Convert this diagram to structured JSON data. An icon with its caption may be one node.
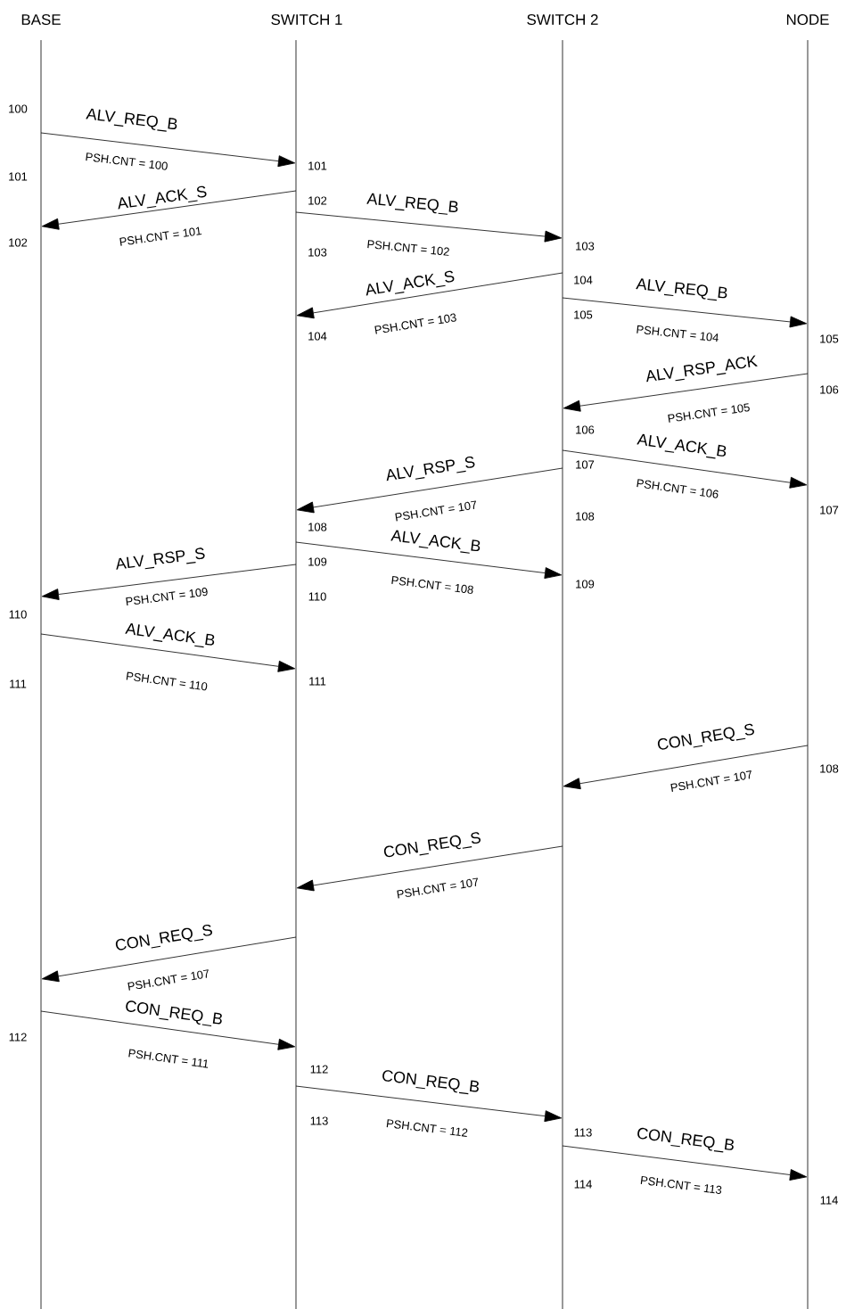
{
  "diagram": {
    "nodes": [
      {
        "text": [
          "BASE"
        ]
      },
      {
        "text": [
          "SWITCH 1"
        ]
      },
      {
        "text": [
          "SWITCH 2"
        ]
      },
      {
        "text": [
          "NODE"
        ]
      }
    ],
    "edges": [
      {
        "from": 0,
        "to": 1,
        "arrow": "to",
        "label": "ALV_REQ_B"
      },
      {
        "from": 1,
        "to": 0,
        "arrow": "to",
        "label": "ALV_ACK_S"
      },
      {
        "from": 1,
        "to": 2,
        "arrow": "to",
        "label": "ALV_REQ_B"
      },
      {
        "from": 2,
        "to": 1,
        "arrow": "to",
        "label": "ALV_ACK_S"
      },
      {
        "from": 2,
        "to": 3,
        "arrow": "to",
        "label": "ALV_REQ_B"
      },
      {
        "from": 3,
        "to": 2,
        "arrow": "to",
        "label": "ALV_RSP_ACK"
      },
      {
        "from": 2,
        "to": 3,
        "arrow": "to",
        "label": "ALV_ACK_B"
      },
      {
        "from": 2,
        "to": 1,
        "arrow": "to",
        "label": "ALV_RSP_S"
      },
      {
        "from": 1,
        "to": 2,
        "arrow": "to",
        "label": "ALV_ACK_B"
      },
      {
        "from": 1,
        "to": 0,
        "arrow": "to",
        "label": "ALV_RSP_S"
      },
      {
        "from": 0,
        "to": 1,
        "arrow": "to",
        "label": "ALV_ACK_B"
      },
      {
        "from": 3,
        "to": 2,
        "arrow": "to",
        "label": "CON_REQ_S"
      },
      {
        "from": 2,
        "to": 1,
        "arrow": "to",
        "label": "CON_REQ_S"
      },
      {
        "from": 1,
        "to": 0,
        "arrow": "to",
        "label": "CON_REQ_S"
      },
      {
        "from": 0,
        "to": 1,
        "arrow": "to",
        "label": "CON_REQ_B"
      },
      {
        "from": 1,
        "to": 2,
        "arrow": "to",
        "label": "CON_REQ_B"
      },
      {
        "from": 2,
        "to": 3,
        "arrow": "to",
        "label": "CON_REQ_B"
      }
    ],
    "labels": [
      "100",
      "PSH.CNT = 100",
      "101",
      "101",
      "PSH.CNT = 101",
      "102",
      "102",
      "PSH.CNT = 102",
      "103",
      "103",
      "PSH.CNT = 103",
      "104",
      "104",
      "PSH.CNT = 104",
      "105",
      "105",
      "106",
      "PSH.CNT = 105",
      "106",
      "PSH.CNT = 106",
      "107",
      "PSH.CNT = 107",
      "108",
      "107",
      "108",
      "PSH.CNT = 108",
      "109",
      "109",
      "PSH.CNT = 109",
      "110",
      "110",
      "111",
      "PSH.CNT = 110",
      "111",
      "108",
      "PSH.CNT = 107",
      "PSH.CNT = 107",
      "PSH.CNT = 107",
      "112",
      "PSH.CNT = 111",
      "112",
      "113",
      "PSH.CNT = 112",
      "113",
      "114",
      "PSH.CNT = 113",
      "114"
    ]
  }
}
